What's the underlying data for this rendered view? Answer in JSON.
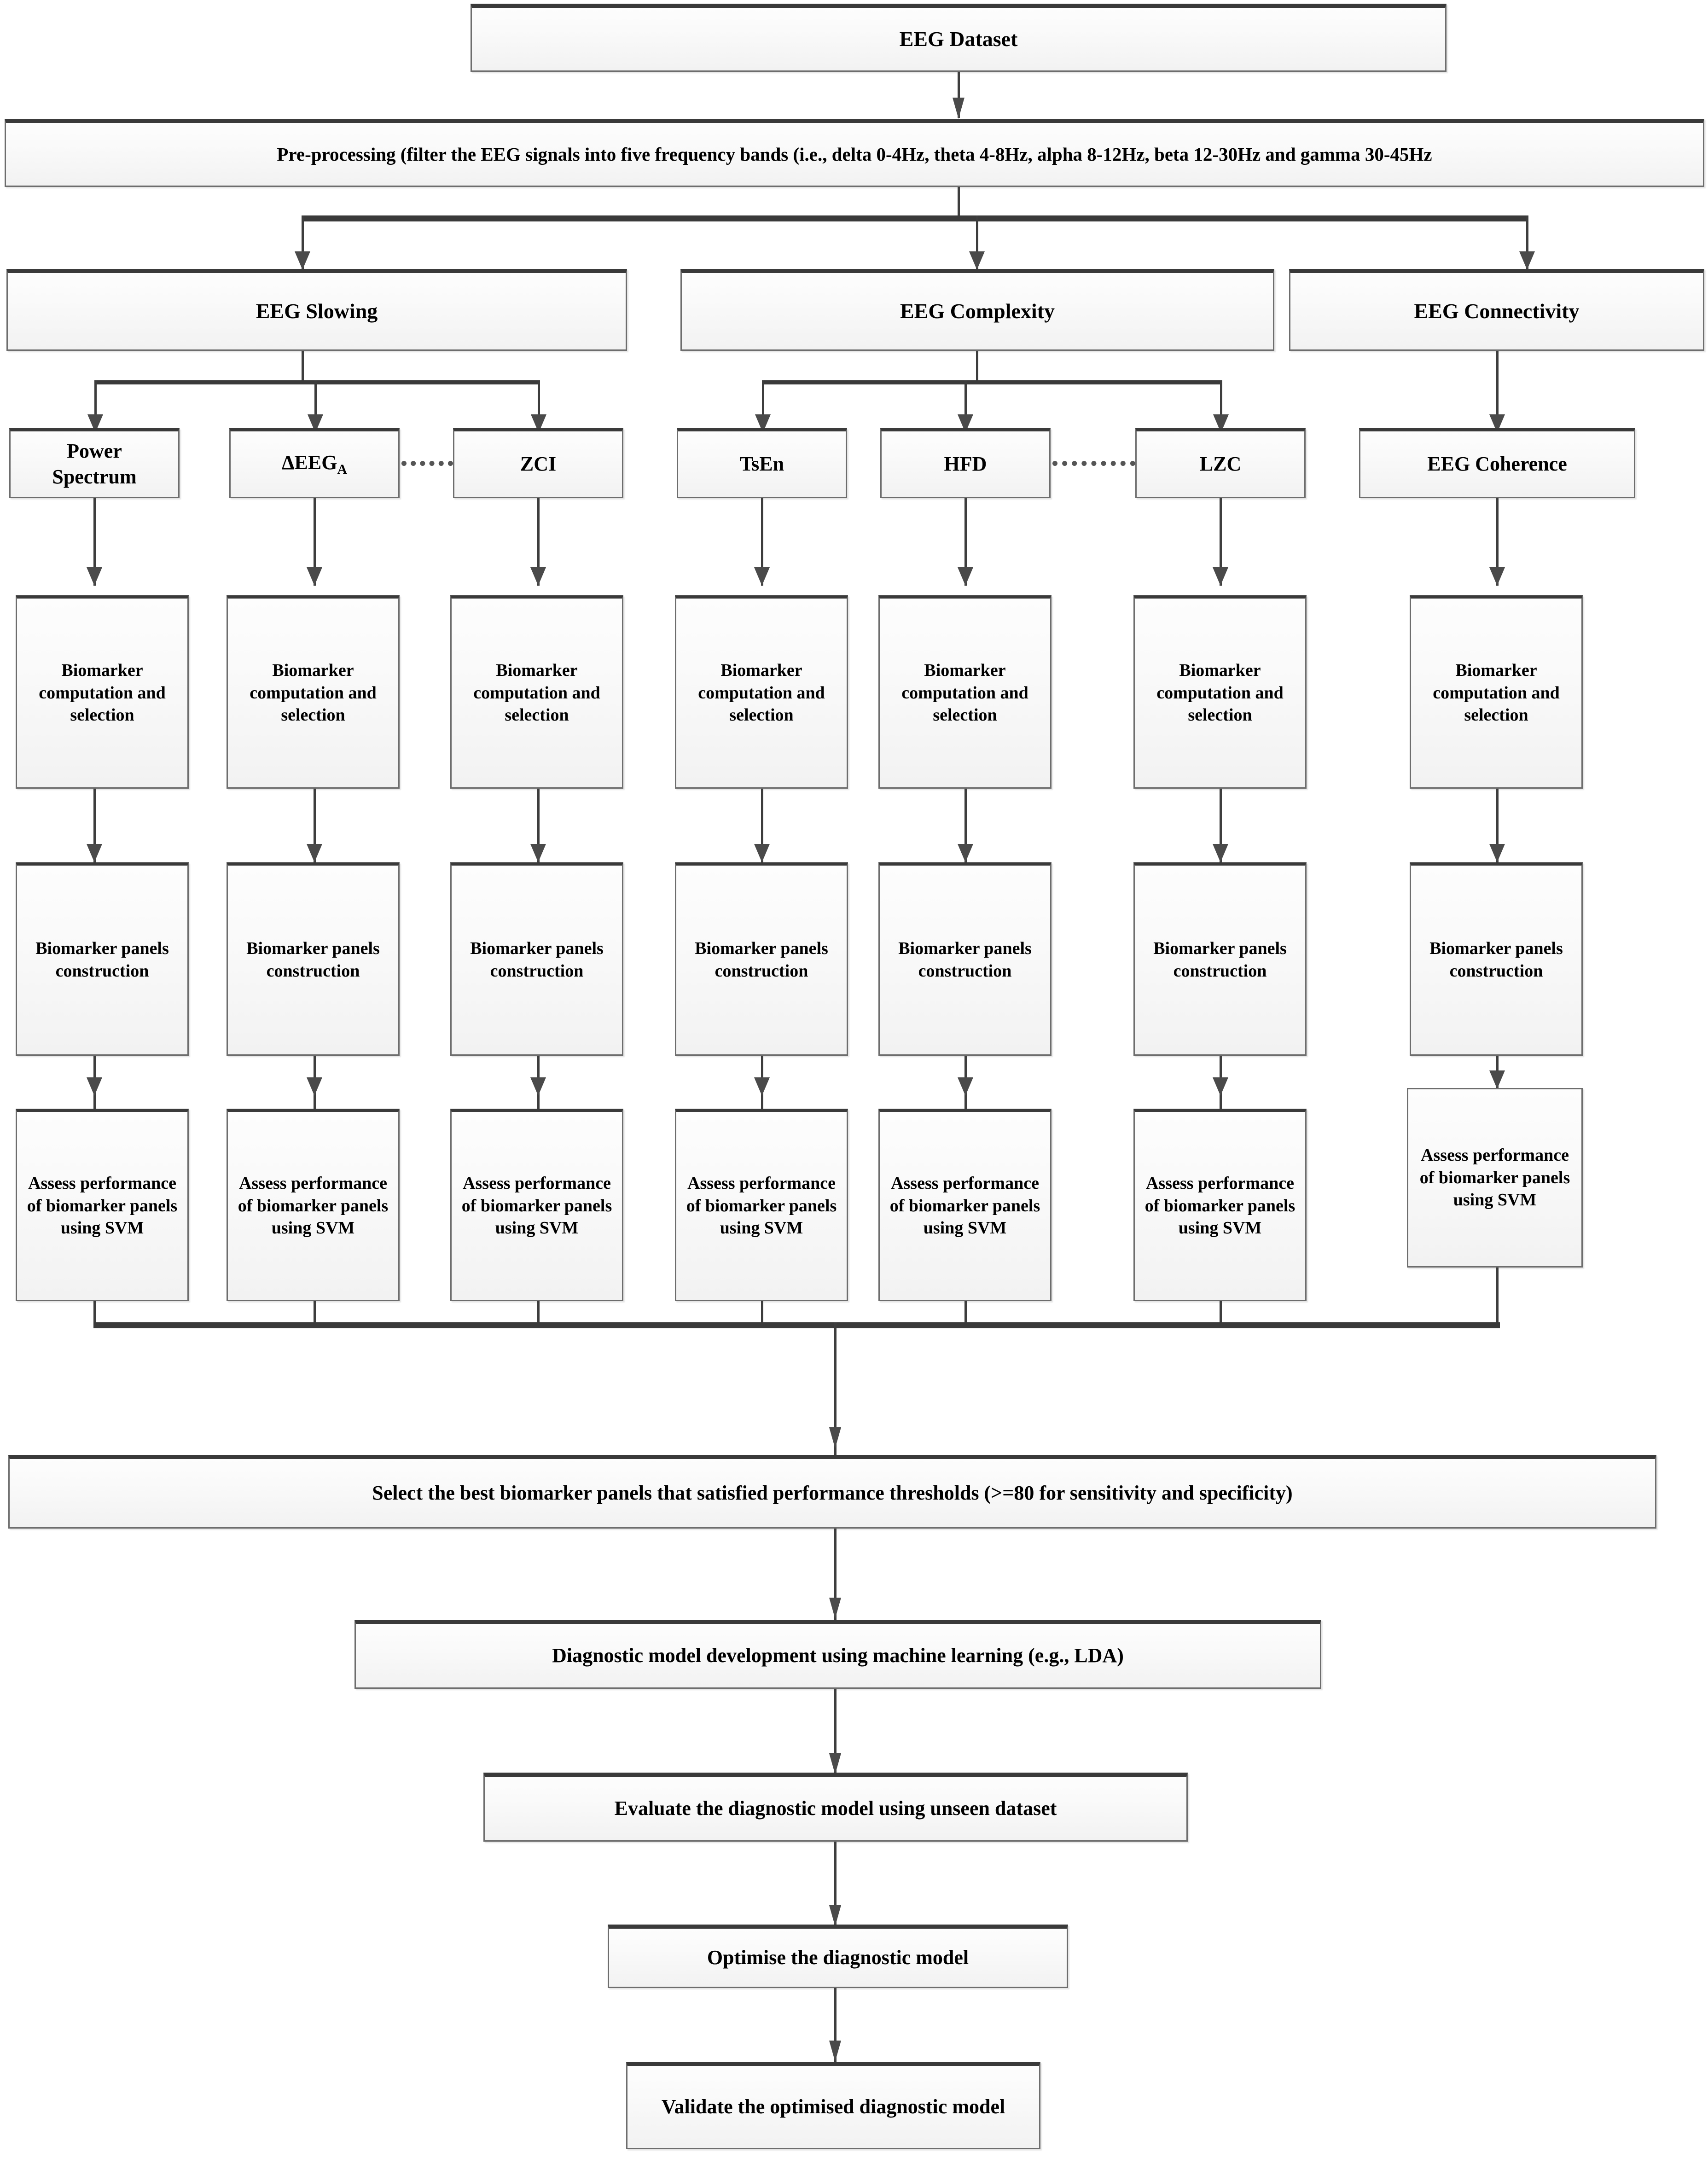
{
  "diagram": {
    "title": "EEG biomarker discovery and diagnostic model development workflow",
    "colors": {
      "box_fill": "#f7f7f7",
      "box_border": "#6d6d6d",
      "box_top_accent": "#3a3a3a",
      "connector": "#3d3d3d",
      "text": "#000000",
      "page_background": "#ffffff"
    },
    "nodes": {
      "dataset": "EEG Dataset",
      "preprocessing": "Pre-processing (filter the EEG signals into five frequency bands (i.e., delta 0-4Hz, theta 4-8Hz, alpha 8-12Hz, beta 12-30Hz and gamma 30-45Hz",
      "categories": [
        {
          "id": "eeg-slowing",
          "label": "EEG Slowing"
        },
        {
          "id": "eeg-complexity",
          "label": "EEG Complexity"
        },
        {
          "id": "eeg-connectivity",
          "label": "EEG Connectivity"
        }
      ],
      "methods": [
        {
          "id": "power-spectrum",
          "label": "Power Spectrum",
          "line1": "Power",
          "line2": "Spectrum"
        },
        {
          "id": "delta-eeg-a",
          "label": "ΔEEG",
          "subscript": "A"
        },
        {
          "id": "zci",
          "label": "ZCI"
        },
        {
          "id": "tsen",
          "label": "TsEn"
        },
        {
          "id": "hfd",
          "label": "HFD"
        },
        {
          "id": "lzc",
          "label": "LZC"
        },
        {
          "id": "eeg-coherence",
          "label": "EEG Coherence"
        }
      ],
      "biomarker_computation": "Biomarker computation and selection",
      "biomarker_panels": "Biomarker panels construction",
      "assess_performance": "Assess performance of biomarker panels using SVM",
      "select_best": "Select the best biomarker panels that satisfied performance thresholds (>=80 for sensitivity and specificity)",
      "diagnostic_model": "Diagnostic model development using machine learning (e.g., LDA)",
      "evaluate_model": "Evaluate the diagnostic model using unseen dataset",
      "optimise_model": "Optimise the diagnostic model",
      "validate_model": "Validate the optimised diagnostic model"
    },
    "links": {
      "dotted_pairs": [
        {
          "from": "delta-eeg-a",
          "to": "zci"
        },
        {
          "from": "hfd",
          "to": "lzc"
        }
      ]
    }
  }
}
